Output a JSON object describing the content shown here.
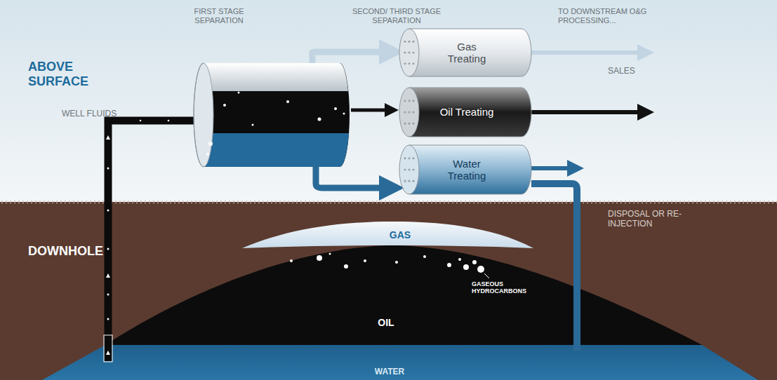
{
  "diagram": {
    "nodes": [
      {
        "text": [
          "Gas Treating"
        ]
      },
      {
        "text": [
          "Oil Treating"
        ]
      },
      {
        "text": [
          "Water Treating"
        ]
      }
    ],
    "labels": [
      "FIRST STAGE SEPARATION",
      "SECOND/ THIRD STAGE SEPARATION",
      "TO DOWNSTREAM O&G PROCESSING...",
      "ABOVE SURFACE",
      "WELL FLUIDS",
      "SALES",
      "DISPOSAL OR RE-INJECTION",
      "DOWNHOLE",
      "GAS",
      "GASEOUS HYDROCARBONS",
      "OIL",
      "WATER"
    ]
  }
}
